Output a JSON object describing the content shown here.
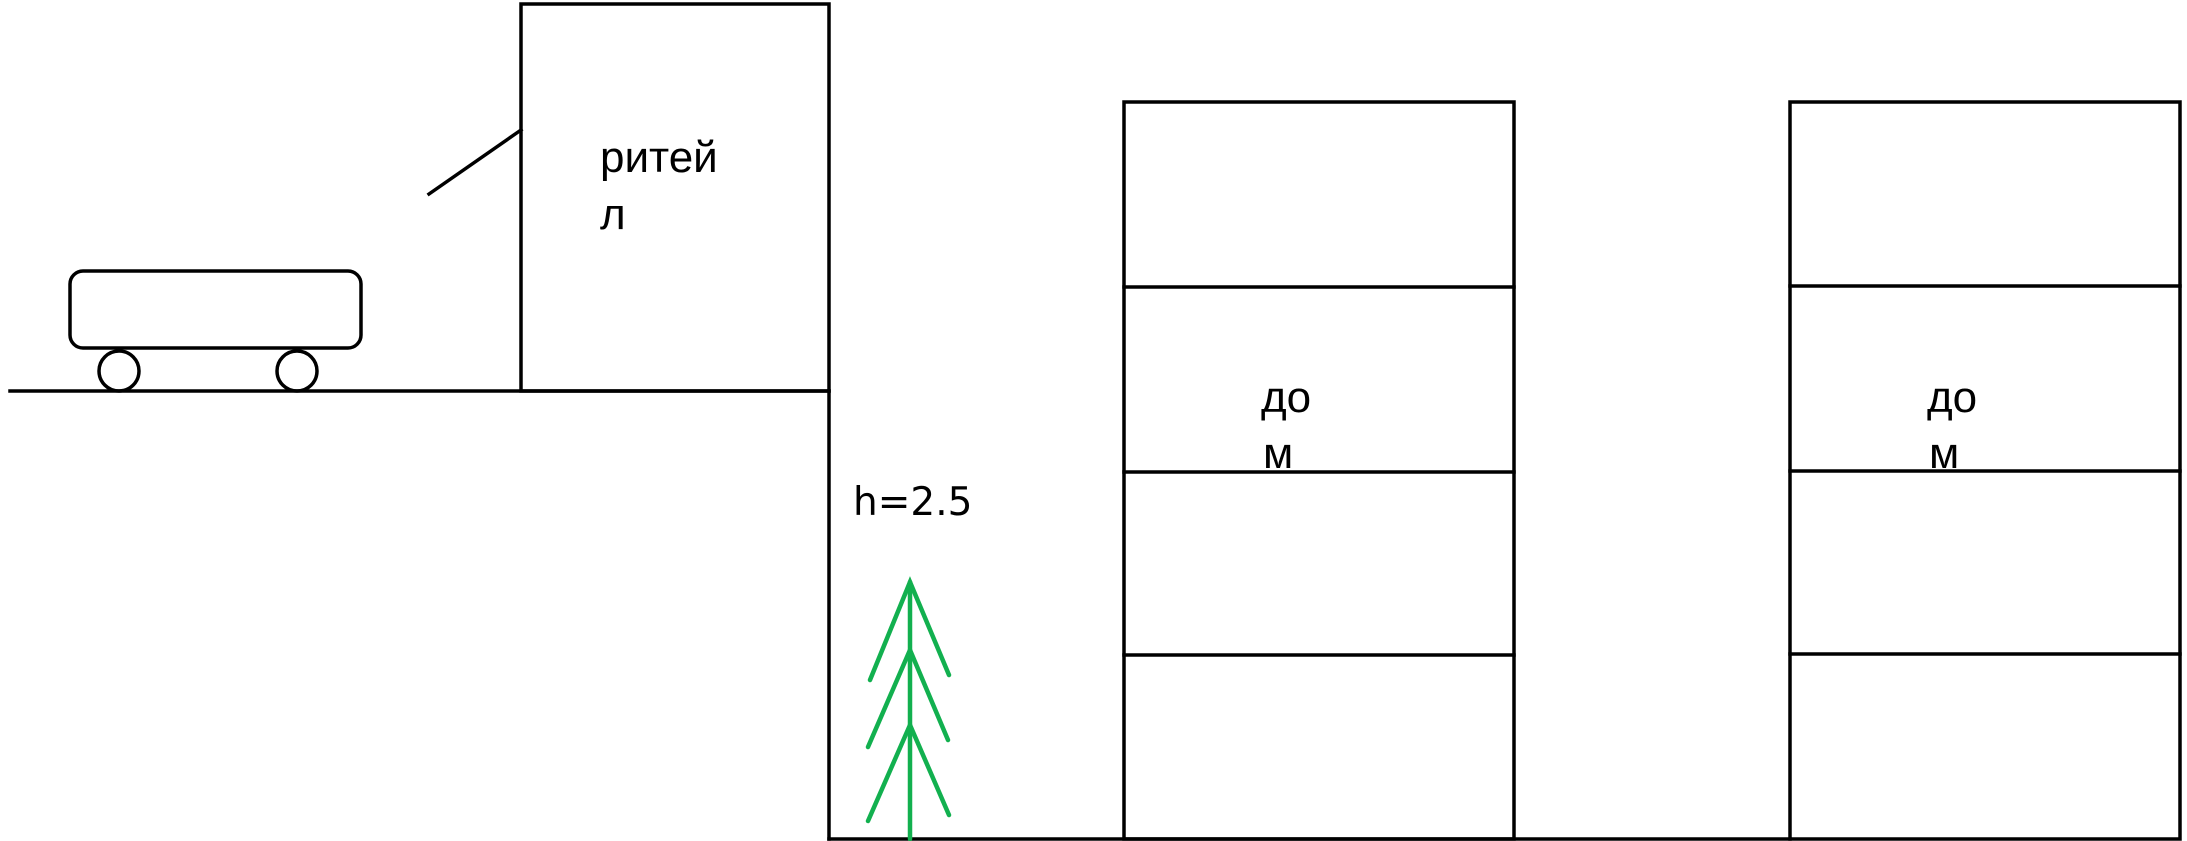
{
  "diagram": {
    "labels": {
      "repeater": [
        "ритей",
        "л"
      ],
      "house_left": [
        "до",
        "м"
      ],
      "house_right": [
        "до",
        "м"
      ],
      "height": "h=2.5"
    },
    "colors": {
      "outline": "#000000",
      "tree": "#12b04f",
      "background": "#ffffff"
    }
  }
}
